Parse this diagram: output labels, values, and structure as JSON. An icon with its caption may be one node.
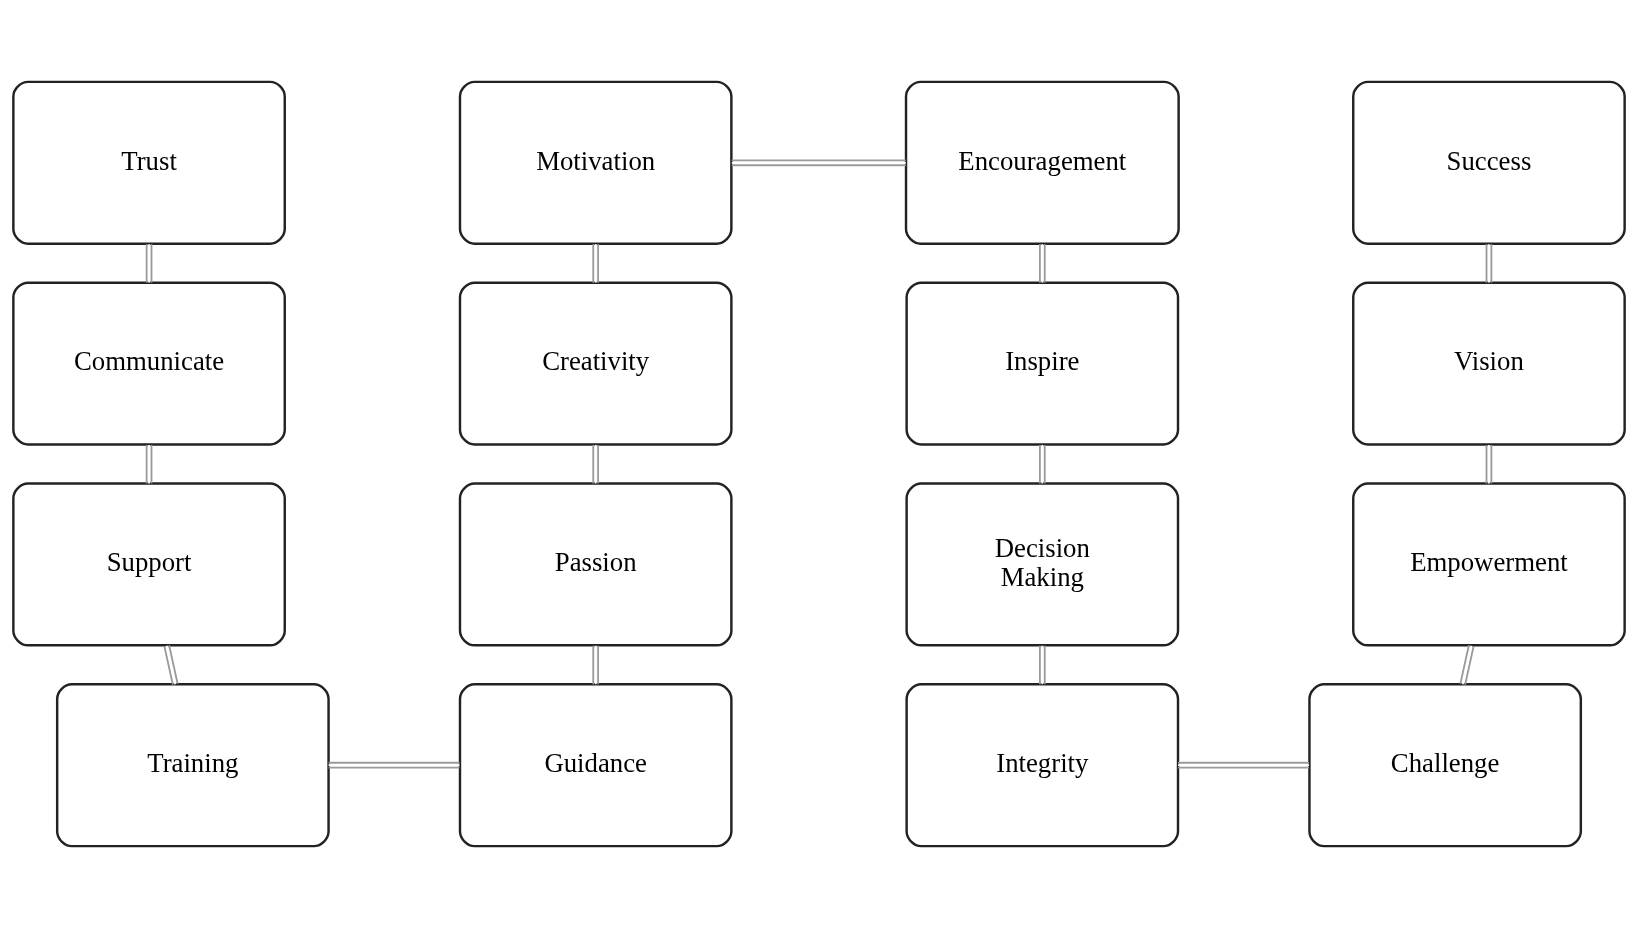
{
  "diagram": {
    "nodes": [
      {
        "text": [
          "Trust"
        ]
      },
      {
        "text": [
          "Motivation"
        ]
      },
      {
        "text": [
          "Encouragement"
        ]
      },
      {
        "text": [
          "Success"
        ]
      },
      {
        "text": [
          "Communicate"
        ]
      },
      {
        "text": [
          "Creativity"
        ]
      },
      {
        "text": [
          "Inspire"
        ]
      },
      {
        "text": [
          "Vision"
        ]
      },
      {
        "text": [
          "Support"
        ]
      },
      {
        "text": [
          "Passion"
        ]
      },
      {
        "text": [
          "Decision Making"
        ]
      },
      {
        "text": [
          "Empowerment"
        ]
      },
      {
        "text": [
          "Training"
        ]
      },
      {
        "text": [
          "Guidance"
        ]
      },
      {
        "text": [
          "Integrity"
        ]
      },
      {
        "text": [
          "Challenge"
        ]
      }
    ],
    "edges": [
      {
        "from": 0,
        "to": 4,
        "arrow": "none"
      },
      {
        "from": 4,
        "to": 8,
        "arrow": "none"
      },
      {
        "from": 8,
        "to": 12,
        "arrow": "none"
      },
      {
        "from": 12,
        "to": 13,
        "arrow": "none"
      },
      {
        "from": 13,
        "to": 9,
        "arrow": "none"
      },
      {
        "from": 9,
        "to": 5,
        "arrow": "none"
      },
      {
        "from": 5,
        "to": 1,
        "arrow": "none"
      },
      {
        "from": 1,
        "to": 2,
        "arrow": "none"
      },
      {
        "from": 2,
        "to": 6,
        "arrow": "none"
      },
      {
        "from": 6,
        "to": 10,
        "arrow": "none"
      },
      {
        "from": 10,
        "to": 14,
        "arrow": "none"
      },
      {
        "from": 14,
        "to": 15,
        "arrow": "none"
      },
      {
        "from": 15,
        "to": 11,
        "arrow": "none"
      },
      {
        "from": 11,
        "to": 7,
        "arrow": "none"
      },
      {
        "from": 7,
        "to": 3,
        "arrow": "none"
      }
    ]
  }
}
